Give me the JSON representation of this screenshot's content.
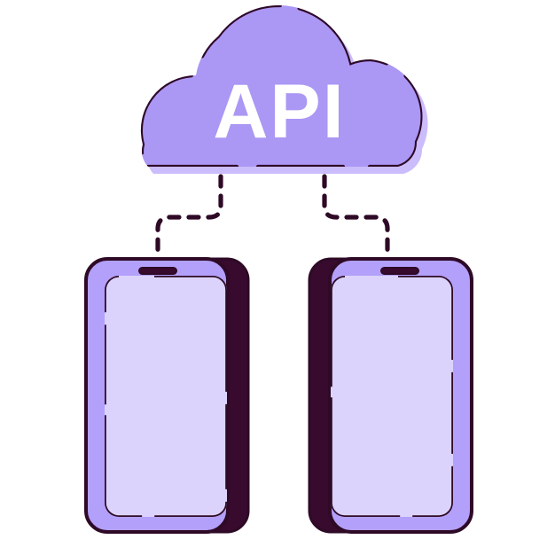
{
  "illustration": {
    "title": "API cloud connected to two mobile phones",
    "background_color": "#ffffff",
    "cloud": {
      "label": "API",
      "label_color": "#ffffff",
      "fill_color": "#ab97f4",
      "shadow_color": "#cbbcfb",
      "outline_color": "#2e0a26"
    },
    "connectors": {
      "style": "dashed",
      "color": "#2e0a26",
      "count": 2,
      "left_label": "cloud-to-left-phone",
      "right_label": "cloud-to-right-phone"
    },
    "devices": [
      {
        "name": "left-phone",
        "body_color": "#b3a0fa",
        "screen_color": "#dbd3fb",
        "side_color": "#380a2e",
        "outline_color": "#2e0a26",
        "speaker_color": "#380a2e",
        "side": "right"
      },
      {
        "name": "right-phone",
        "body_color": "#b3a0fa",
        "screen_color": "#dbd3fb",
        "side_color": "#380a2e",
        "outline_color": "#2e0a26",
        "speaker_color": "#380a2e",
        "side": "left"
      }
    ]
  }
}
